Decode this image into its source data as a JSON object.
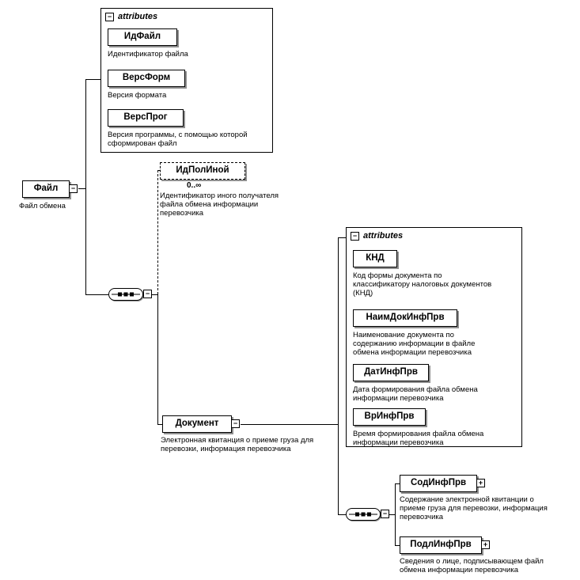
{
  "icons": {
    "collapse": "−",
    "expand": "+"
  },
  "root": {
    "name": "Файл",
    "caption": "Файл обмена"
  },
  "file_attributes": {
    "header": "attributes",
    "items": [
      {
        "name": "ИдФайл",
        "caption": "Идентификатор файла"
      },
      {
        "name": "ВерсФорм",
        "caption": "Версия формата"
      },
      {
        "name": "ВерсПрог",
        "caption": "Версия программы, с помощью которой сформирован файл"
      }
    ]
  },
  "optional_element": {
    "name": "ИдПолИной",
    "occurrence": "0..∞",
    "caption": "Идентификатор иного получателя файла обмена информации перевозчика"
  },
  "document": {
    "name": "Документ",
    "caption": "Электронная квитанция о приеме груза для перевозки, информация перевозчика"
  },
  "document_attributes": {
    "header": "attributes",
    "items": [
      {
        "name": "КНД",
        "caption": "Код формы документа по классификатору налоговых документов (КНД)"
      },
      {
        "name": "НаимДокИнфПрв",
        "caption": "Наименование документа по содержанию информации в файле обмена информации перевозчика"
      },
      {
        "name": "ДатИнфПрв",
        "caption": "Дата формирования файла обмена информации перевозчика"
      },
      {
        "name": "ВрИнфПрв",
        "caption": "Время формирования файла обмена информации перевозчика"
      }
    ]
  },
  "children": [
    {
      "name": "СодИнфПрв",
      "caption": "Содержание электронной квитанции о приеме груза для перевозки, информация перевозчика"
    },
    {
      "name": "ПодлИнфПрв",
      "caption": "Сведения о лице, подписывающем файл обмена информации перевозчика"
    }
  ]
}
